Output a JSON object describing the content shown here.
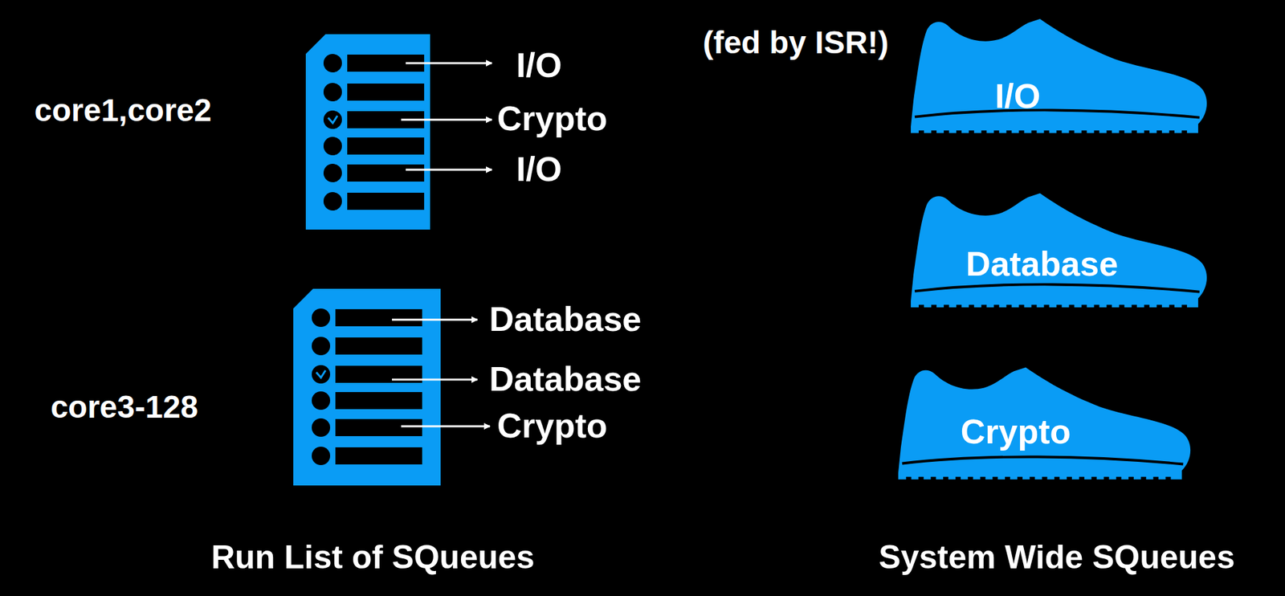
{
  "diagram": {
    "nodes": [
      {
        "text": [
          "I/O"
        ]
      },
      {
        "text": [
          "Database"
        ]
      },
      {
        "text": [
          "Crypto"
        ]
      }
    ],
    "labels": [
      "core1,core2",
      "I/O",
      "Crypto",
      "I/O",
      "core3-128",
      "Database",
      "Database",
      "Crypto",
      "(fed by ISR!)",
      "Run List of SQueues",
      "System Wide SQueues"
    ]
  }
}
